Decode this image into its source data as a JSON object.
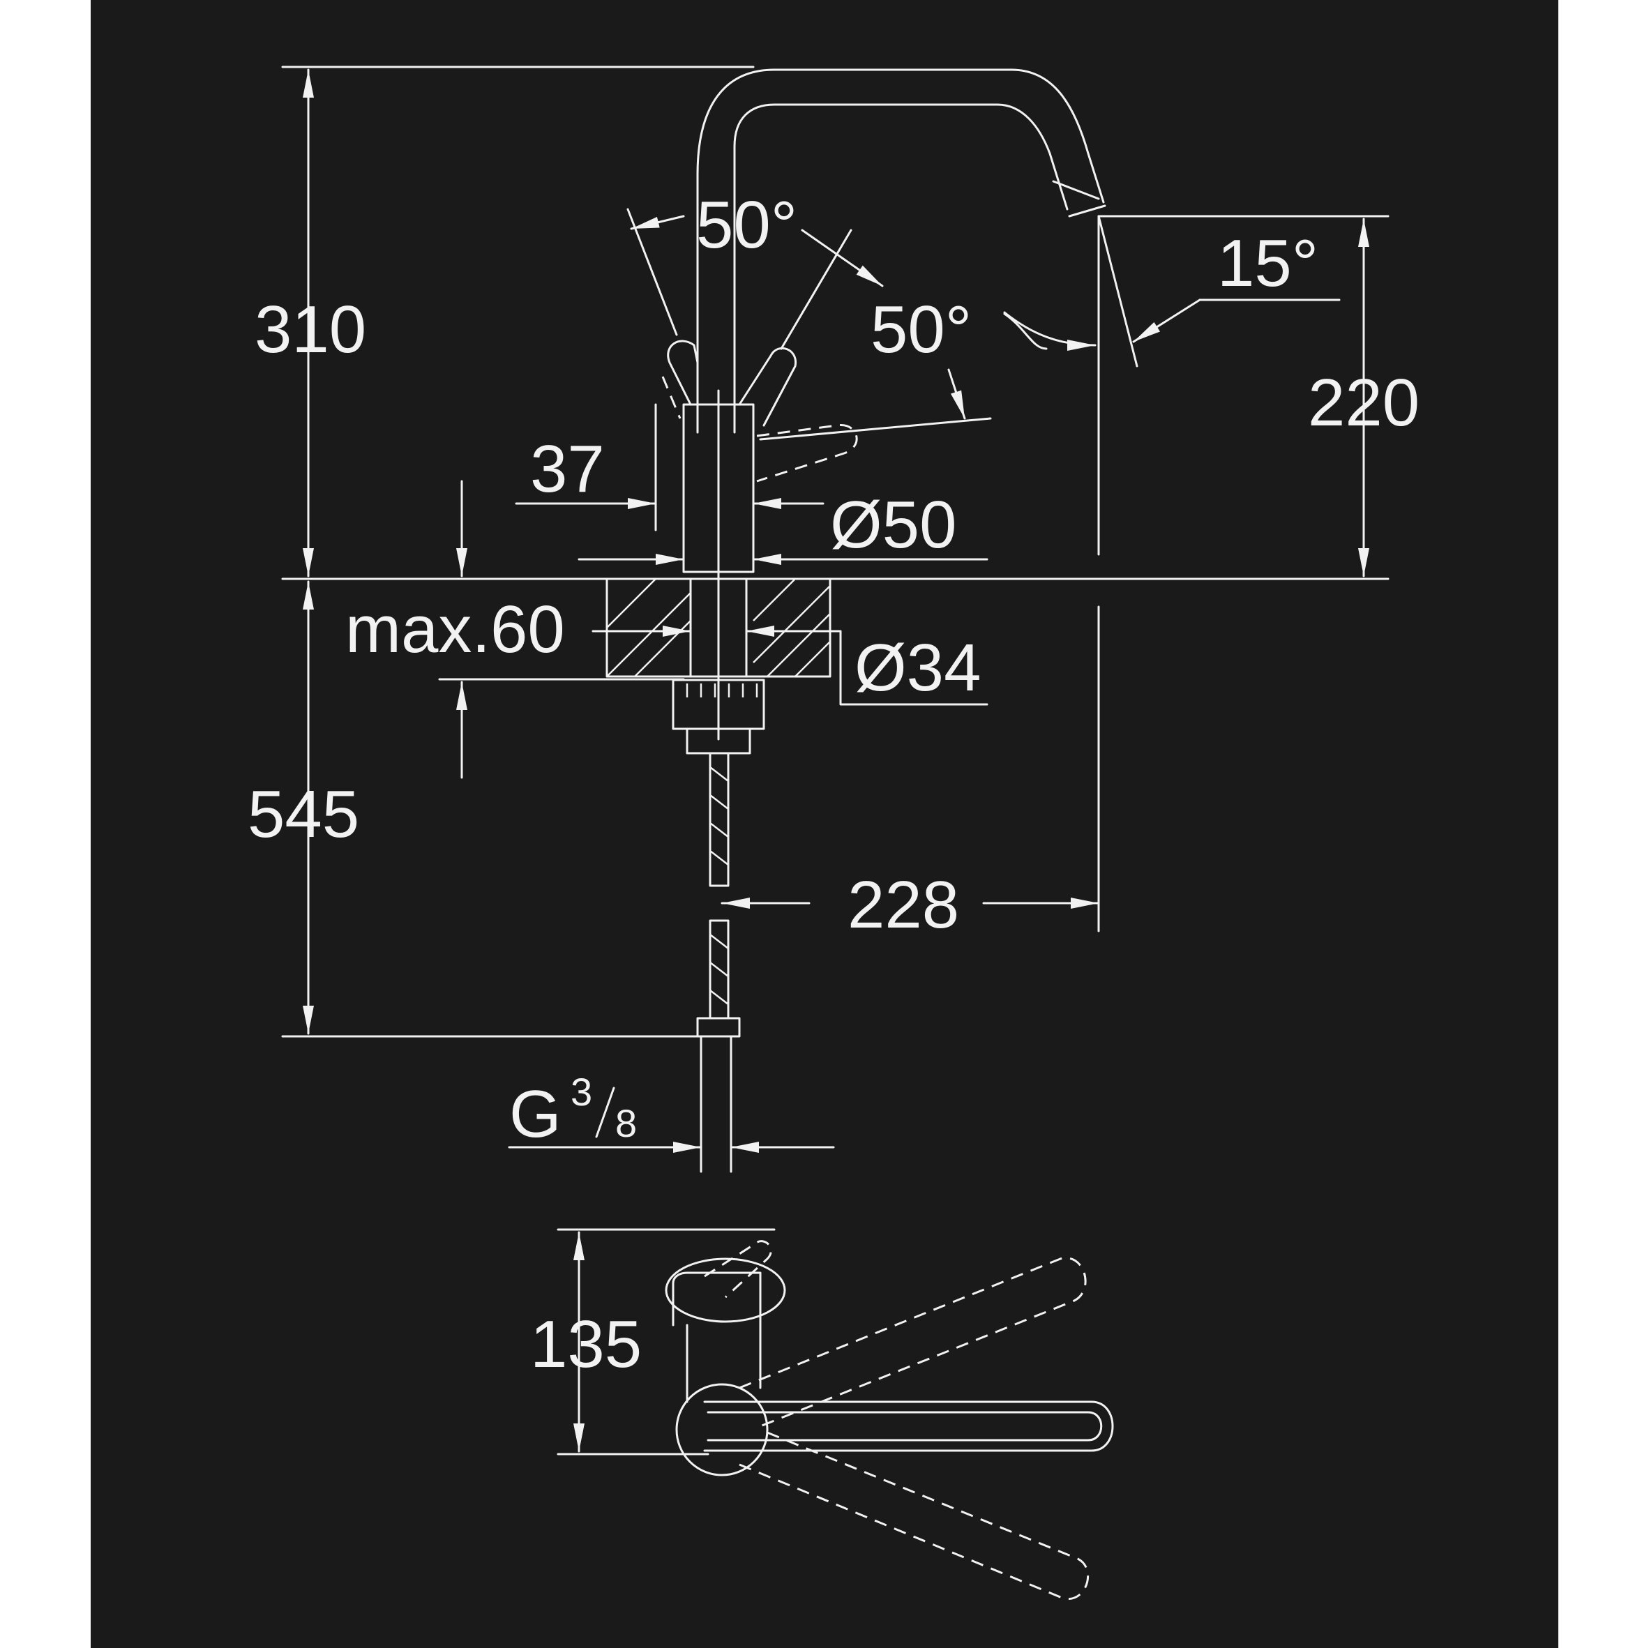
{
  "dimensions": {
    "height_total": "310",
    "height_outlet": "220",
    "lever_angle_left": "50°",
    "lever_angle_right": "50°",
    "spout_angle": "15°",
    "lever_offset": "37",
    "body_diameter": "Ø50",
    "max_deck_thickness": "max.60",
    "hole_diameter": "Ø34",
    "below_deck_length": "545",
    "spout_reach": "228",
    "connection_prefix": "G",
    "connection_num": "3",
    "connection_den": "8",
    "plan_depth": "135"
  },
  "colors": {
    "background": "#1a1a1a",
    "line": "#f2f2f2"
  }
}
